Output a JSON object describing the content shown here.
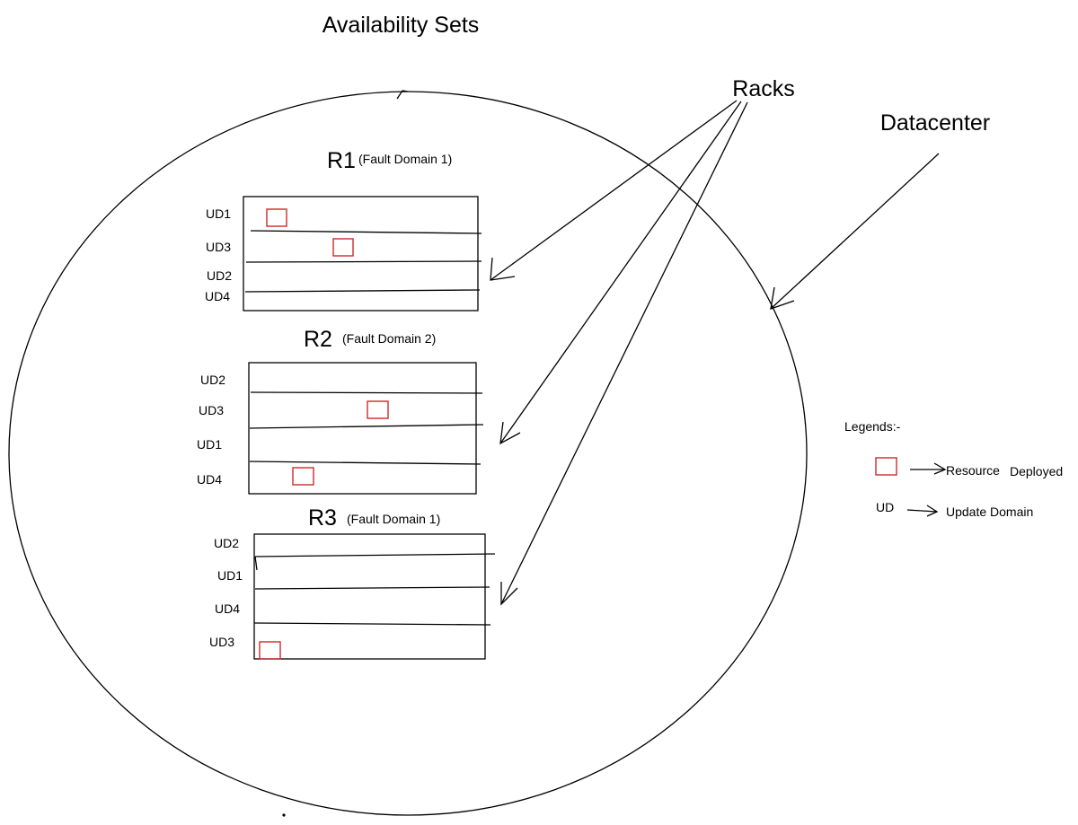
{
  "title": "Availability Sets",
  "labels": {
    "racks": "Racks",
    "datacenter": "Datacenter"
  },
  "racks": [
    {
      "name": "R1",
      "fault_domain": "(Fault Domain 1)",
      "update_domains": [
        "UD1",
        "UD3",
        "UD2",
        "UD4"
      ]
    },
    {
      "name": "R2",
      "fault_domain": "(Fault Domain 2)",
      "update_domains": [
        "UD2",
        "UD3",
        "UD1",
        "UD4"
      ]
    },
    {
      "name": "R3",
      "fault_domain": "(Fault Domain 1)",
      "update_domains": [
        "UD2",
        "UD1",
        "UD4",
        "UD3"
      ]
    }
  ],
  "legend": {
    "title": "Legends:-",
    "resource_word1": "Resource",
    "resource_word2": "Deployed",
    "ud_key": "UD",
    "ud_label": "Update Domain"
  },
  "colors": {
    "resource": "#cc2b2b",
    "stroke": "#000000",
    "background": "#ffffff"
  }
}
